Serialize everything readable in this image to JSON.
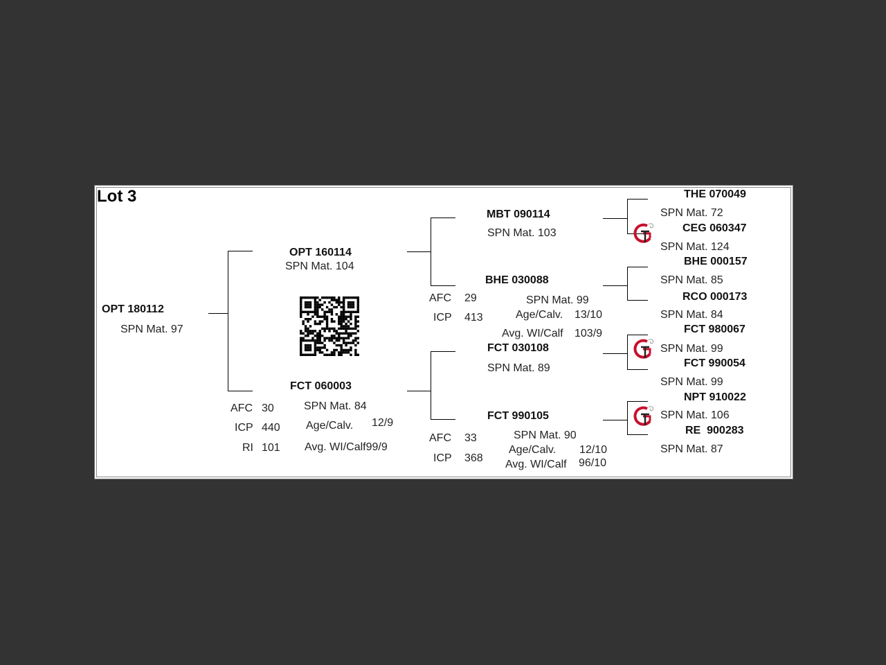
{
  "lot_title": "Lot 3",
  "animal": {
    "id": "OPT 180112",
    "spn_mat": "SPN Mat. 97"
  },
  "sire": {
    "id": "OPT 160114",
    "spn_mat": "SPN Mat. 104"
  },
  "dam": {
    "id": "FCT 060003",
    "spn_mat": "SPN Mat. 84",
    "afc_label": "AFC",
    "afc": "30",
    "icp_label": "ICP",
    "icp": "440",
    "ri_label": "RI",
    "ri": "101",
    "age_calv_label": "Age/Calv.",
    "age_calv": "12/9",
    "avg_wi_text": "Avg. WI/Calf99/9"
  },
  "sire_sire": {
    "id": "MBT 090114",
    "spn_mat": "SPN Mat. 103"
  },
  "sire_dam": {
    "id": "BHE 030088",
    "spn_mat": "SPN Mat. 99",
    "afc_label": "AFC",
    "afc": "29",
    "icp_label": "ICP",
    "icp": "413",
    "age_calv_label": "Age/Calv.",
    "age_calv": "13/10",
    "avg_wi_label": "Avg. WI/Calf",
    "avg_wi": "103/9"
  },
  "dam_sire": {
    "id": "FCT 030108",
    "spn_mat": "SPN Mat. 89"
  },
  "dam_dam": {
    "id": "FCT 990105",
    "spn_mat": "SPN Mat. 90",
    "afc_label": "AFC",
    "afc": "33",
    "icp_label": "ICP",
    "icp": "368",
    "age_calv_label": "Age/Calv.",
    "age_calv": "12/10",
    "avg_wi_label": "Avg. WI/Calf",
    "avg_wi": "96/10"
  },
  "great_grandparents": [
    {
      "id": "THE 070049",
      "spn_mat": "SPN Mat. 72"
    },
    {
      "id": "CEG 060347",
      "spn_mat": "SPN Mat. 124"
    },
    {
      "id": "BHE 000157",
      "spn_mat": "SPN Mat. 85"
    },
    {
      "id": "RCO 000173",
      "spn_mat": "SPN Mat. 84"
    },
    {
      "id": "FCT 980067",
      "spn_mat": "SPN Mat. 99"
    },
    {
      "id": "FCT 990054",
      "spn_mat": "SPN Mat. 99"
    },
    {
      "id": "NPT 910022",
      "spn_mat": "SPN Mat. 106"
    },
    {
      "id": "RE  900283",
      "spn_mat": "SPN Mat. 87"
    }
  ],
  "icons": {
    "qr": "qr-code-icon",
    "gt_logo": "gt-logo-icon"
  }
}
